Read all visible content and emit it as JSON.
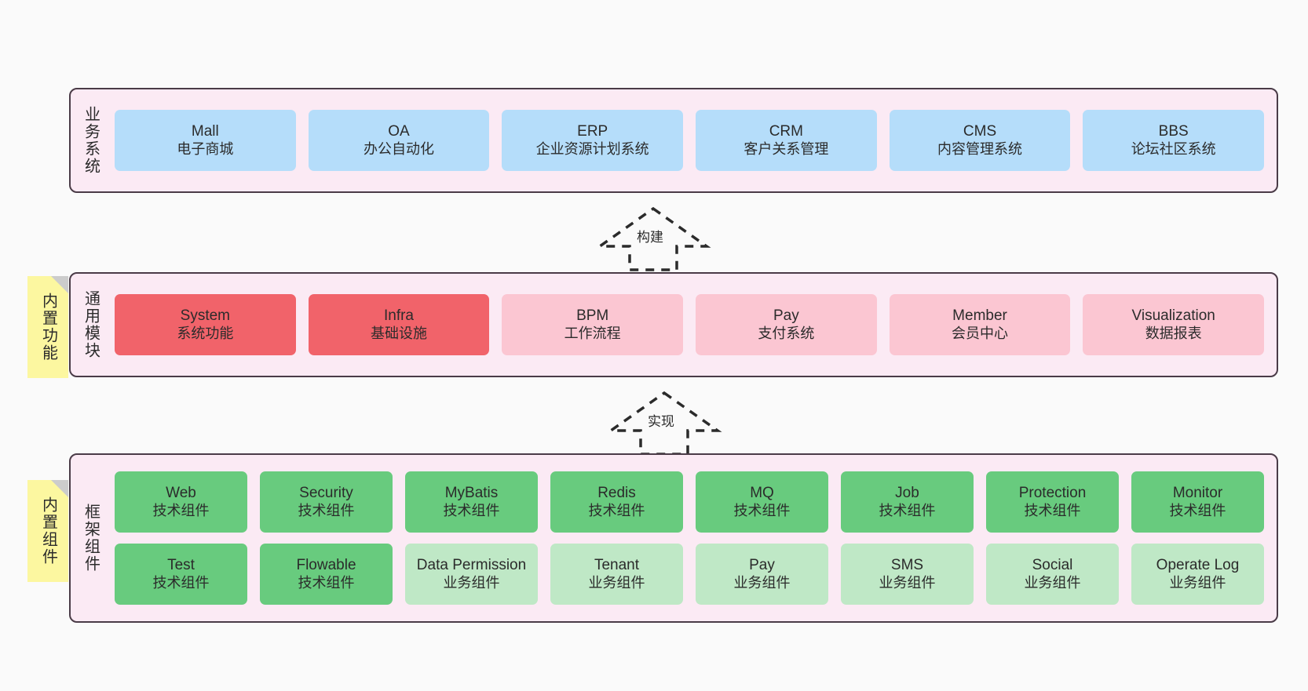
{
  "diagram": {
    "background_color": "#fafafa",
    "layer_fill": "#fbeaf4",
    "layer_border": "#4a3b47",
    "note_color": "#fcf7a0"
  },
  "layers": [
    {
      "id": "business-system",
      "title": "业务系统",
      "note": null,
      "rows": [
        {
          "cells": [
            {
              "name": "Mall",
              "sub": "电子商城",
              "color": "#b5ddfa",
              "variant": "c-blue"
            },
            {
              "name": "OA",
              "sub": "办公自动化",
              "color": "#b5ddfa",
              "variant": "c-blue"
            },
            {
              "name": "ERP",
              "sub": "企业资源计划系统",
              "color": "#b5ddfa",
              "variant": "c-blue"
            },
            {
              "name": "CRM",
              "sub": "客户关系管理",
              "color": "#b5ddfa",
              "variant": "c-blue"
            },
            {
              "name": "CMS",
              "sub": "内容管理系统",
              "color": "#b5ddfa",
              "variant": "c-blue"
            },
            {
              "name": "BBS",
              "sub": "论坛社区系统",
              "color": "#b5ddfa",
              "variant": "c-blue"
            }
          ]
        }
      ]
    },
    {
      "id": "common-module",
      "title": "通用模块",
      "note": "内置功能",
      "rows": [
        {
          "cells": [
            {
              "name": "System",
              "sub": "系统功能",
              "color": "#f1636a",
              "variant": "c-red"
            },
            {
              "name": "Infra",
              "sub": "基础设施",
              "color": "#f1636a",
              "variant": "c-red"
            },
            {
              "name": "BPM",
              "sub": "工作流程",
              "color": "#fbc6d2",
              "variant": "c-pink"
            },
            {
              "name": "Pay",
              "sub": "支付系统",
              "color": "#fbc6d2",
              "variant": "c-pink"
            },
            {
              "name": "Member",
              "sub": "会员中心",
              "color": "#fbc6d2",
              "variant": "c-pink"
            },
            {
              "name": "Visualization",
              "sub": "数据报表",
              "color": "#fbc6d2",
              "variant": "c-pink"
            }
          ]
        }
      ]
    },
    {
      "id": "framework-component",
      "title": "框架组件",
      "note": "内置组件",
      "rows": [
        {
          "cells": [
            {
              "name": "Web",
              "sub": "技术组件",
              "color": "#68cb7e",
              "variant": "c-green"
            },
            {
              "name": "Security",
              "sub": "技术组件",
              "color": "#68cb7e",
              "variant": "c-green"
            },
            {
              "name": "MyBatis",
              "sub": "技术组件",
              "color": "#68cb7e",
              "variant": "c-green"
            },
            {
              "name": "Redis",
              "sub": "技术组件",
              "color": "#68cb7e",
              "variant": "c-green"
            },
            {
              "name": "MQ",
              "sub": "技术组件",
              "color": "#68cb7e",
              "variant": "c-green"
            },
            {
              "name": "Job",
              "sub": "技术组件",
              "color": "#68cb7e",
              "variant": "c-green"
            },
            {
              "name": "Protection",
              "sub": "技术组件",
              "color": "#68cb7e",
              "variant": "c-green"
            },
            {
              "name": "Monitor",
              "sub": "技术组件",
              "color": "#68cb7e",
              "variant": "c-green"
            }
          ]
        },
        {
          "cells": [
            {
              "name": "Test",
              "sub": "技术组件",
              "color": "#68cb7e",
              "variant": "c-green"
            },
            {
              "name": "Flowable",
              "sub": "技术组件",
              "color": "#68cb7e",
              "variant": "c-green"
            },
            {
              "name": "Data Permission",
              "sub": "业务组件",
              "color": "#bfe8c6",
              "variant": "c-lightgreen"
            },
            {
              "name": "Tenant",
              "sub": "业务组件",
              "color": "#bfe8c6",
              "variant": "c-lightgreen"
            },
            {
              "name": "Pay",
              "sub": "业务组件",
              "color": "#bfe8c6",
              "variant": "c-lightgreen"
            },
            {
              "name": "SMS",
              "sub": "业务组件",
              "color": "#bfe8c6",
              "variant": "c-lightgreen"
            },
            {
              "name": "Social",
              "sub": "业务组件",
              "color": "#bfe8c6",
              "variant": "c-lightgreen"
            },
            {
              "name": "Operate Log",
              "sub": "业务组件",
              "color": "#bfe8c6",
              "variant": "c-lightgreen"
            }
          ]
        }
      ]
    }
  ],
  "arrows": [
    {
      "id": "build",
      "label": "构建",
      "from": "common-module",
      "to": "business-system"
    },
    {
      "id": "implement",
      "label": "实现",
      "from": "framework-component",
      "to": "common-module"
    }
  ]
}
